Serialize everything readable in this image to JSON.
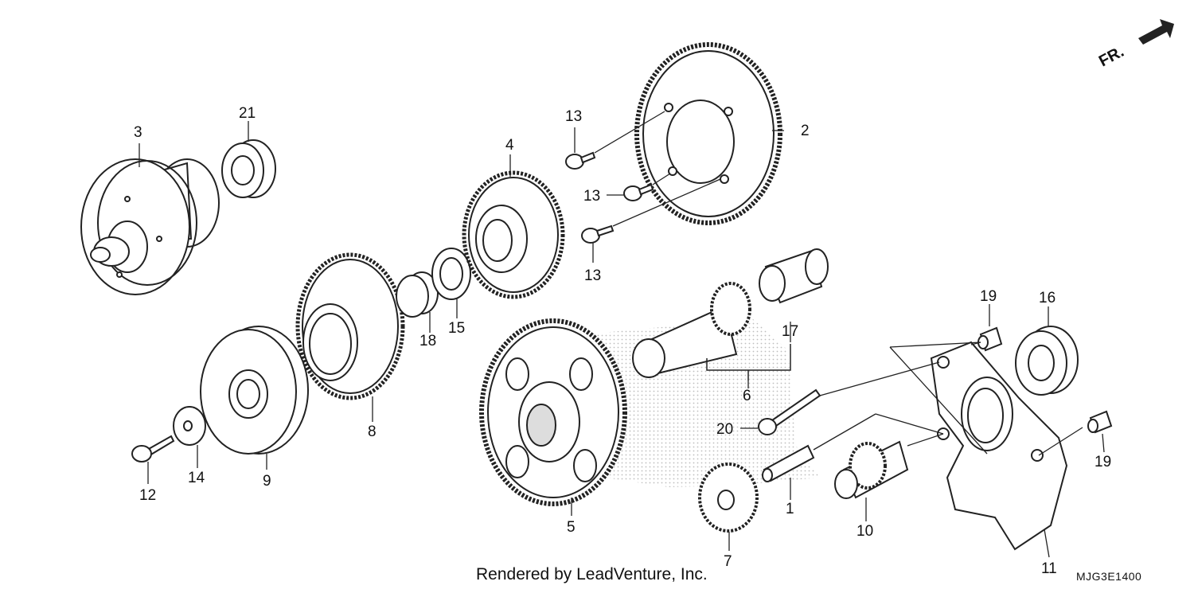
{
  "diagram": {
    "direction_marker": "FR.",
    "credit": "Rendered by LeadVenture, Inc.",
    "figure_code": "MJG3E1400",
    "callouts": {
      "p1": "1",
      "p2": "2",
      "p3": "3",
      "p4": "4",
      "p5": "5",
      "p6": "6",
      "p7": "7",
      "p8": "8",
      "p9": "9",
      "p10": "10",
      "p11": "11",
      "p12": "12",
      "p13a": "13",
      "p13b": "13",
      "p13c": "13",
      "p14": "14",
      "p15": "15",
      "p16": "16",
      "p17": "17",
      "p18": "18",
      "p19a": "19",
      "p19b": "19",
      "p20": "20",
      "p21": "21"
    }
  }
}
